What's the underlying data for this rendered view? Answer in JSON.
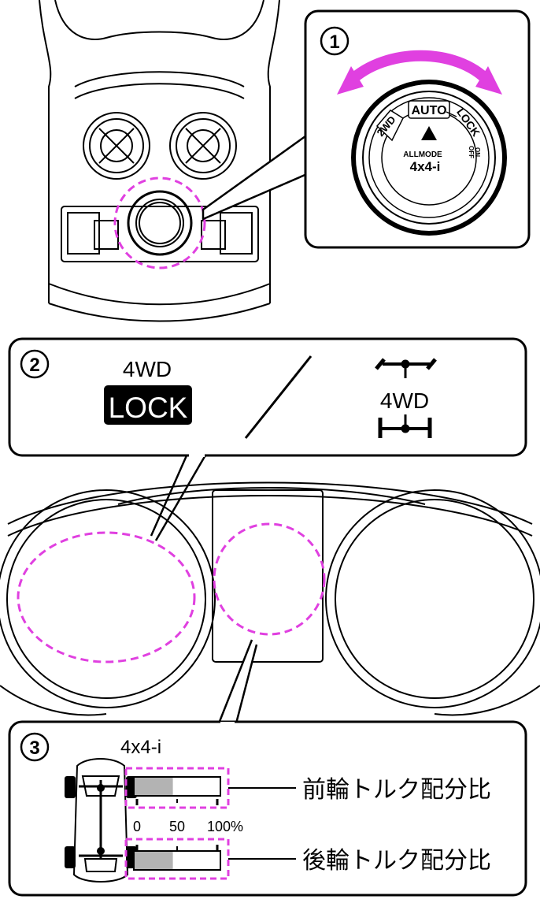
{
  "panel1": {
    "number": "①",
    "knob": {
      "labels": [
        "2WD",
        "AUTO",
        "LOCK",
        "ON",
        "OFF"
      ],
      "brand_top": "ALLMODE",
      "brand_bottom": "4x4-i"
    }
  },
  "panel2": {
    "number": "②",
    "lock_top": "4WD",
    "lock_bottom": "LOCK",
    "alt_label": "4WD"
  },
  "panel3": {
    "number": "③",
    "title": "4x4-i",
    "scale": [
      "0",
      "50",
      "100%"
    ],
    "front_label": "前輪トルク配分比",
    "rear_label": "後輪トルク配分比",
    "front_ratio": 0.45,
    "rear_ratio": 0.45
  },
  "colors": {
    "highlight": "#e040e0",
    "bar_fill": "#b3b3b3",
    "line": "#000000"
  }
}
